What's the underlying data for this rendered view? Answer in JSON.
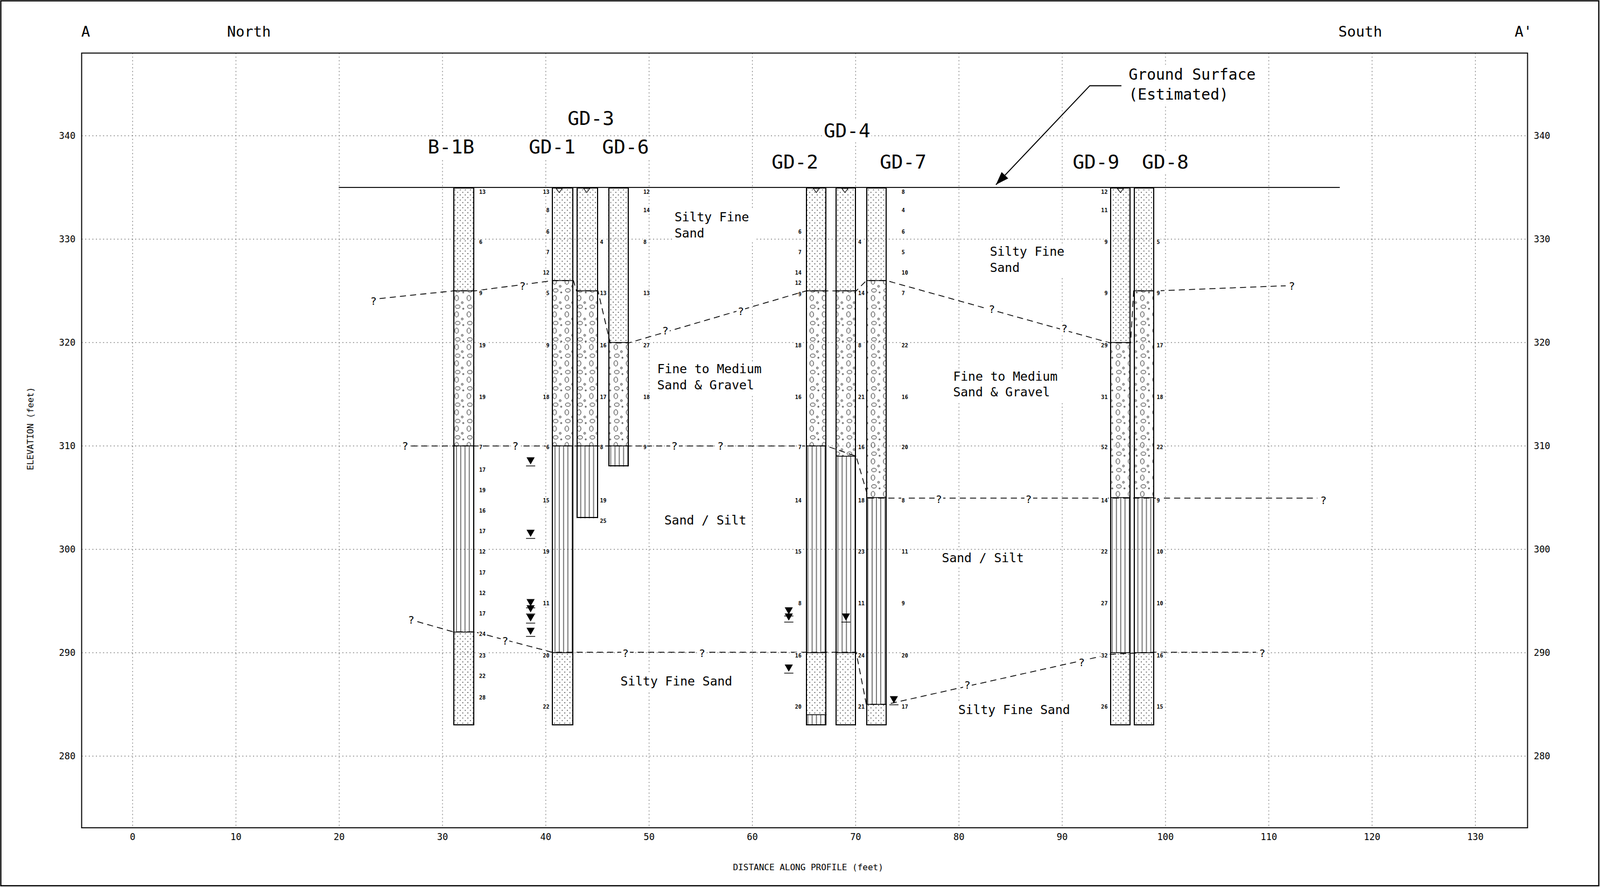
{
  "diagram": {
    "nodes": [
      {
        "text": [
          "B-1B"
        ]
      },
      {
        "text": [
          "GD-1"
        ]
      },
      {
        "text": [
          "GD-3"
        ]
      },
      {
        "text": [
          "GD-6"
        ]
      },
      {
        "text": [
          "GD-2"
        ]
      },
      {
        "text": [
          "GD-4"
        ]
      },
      {
        "text": [
          "GD-7"
        ]
      },
      {
        "text": [
          "GD-9"
        ]
      },
      {
        "text": [
          "GD-8"
        ]
      }
    ],
    "labels": [
      "A",
      "North",
      "South",
      "A'",
      "Ground Surface (Estimated)",
      "Silty Fine Sand",
      "Fine to Medium Sand & Gravel",
      "Sand / Silt",
      "Silty Fine Sand",
      "Silty Fine Sand",
      "Fine to Medium Sand & Gravel",
      "Sand / Silt",
      "Silty Fine Sand",
      "340",
      "330",
      "320",
      "310",
      "300",
      "290",
      "280",
      "340",
      "330",
      "320",
      "310",
      "300",
      "290",
      "280",
      "0",
      "10",
      "20",
      "30",
      "40",
      "50",
      "60",
      "70",
      "80",
      "90",
      "100",
      "110",
      "120",
      "130",
      "ELEVATION (feet)",
      "DISTANCE ALONG PROFILE (feet)",
      "?",
      "?",
      "?",
      "?",
      "?",
      "?",
      "?",
      "?",
      "?",
      "?",
      "?",
      "?",
      "?",
      "?",
      "?",
      "?",
      "?",
      "?",
      "?",
      "?",
      "?",
      "13",
      "6",
      "9",
      "19",
      "19",
      "7",
      "17",
      "19",
      "16",
      "17",
      "12",
      "17",
      "12",
      "17",
      "24",
      "23",
      "22",
      "28",
      "13",
      "8",
      "6",
      "7",
      "12",
      "5",
      "9",
      "18",
      "6",
      "15",
      "19",
      "11",
      "20",
      "22",
      "4",
      "13",
      "16",
      "17",
      "8",
      "19",
      "25",
      "12",
      "14",
      "8",
      "13",
      "27",
      "18",
      "9",
      "6",
      "7",
      "14",
      "12",
      "9",
      "18",
      "16",
      "7",
      "14",
      "15",
      "8",
      "16",
      "20",
      "4",
      "14",
      "8",
      "21",
      "16",
      "18",
      "23",
      "11",
      "24",
      "21",
      "8",
      "4",
      "6",
      "5",
      "10",
      "7",
      "22",
      "16",
      "20",
      "8",
      "11",
      "9",
      "20",
      "17",
      "12",
      "11",
      "9",
      "9",
      "29",
      "31",
      "52",
      "14",
      "22",
      "27",
      "32",
      "26",
      "5",
      "9",
      "17",
      "18",
      "22",
      "9",
      "10",
      "10",
      "16",
      "15"
    ]
  }
}
